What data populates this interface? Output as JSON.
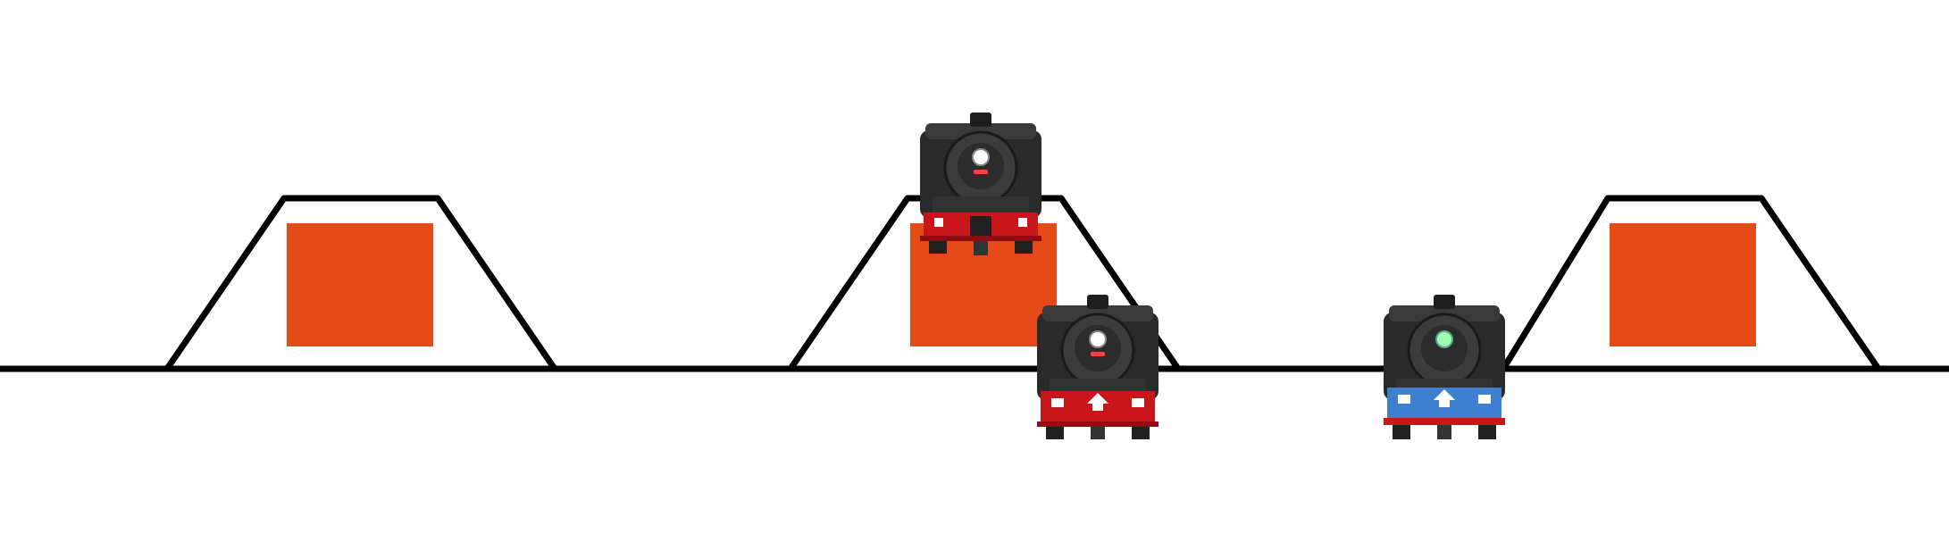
{
  "scene": {
    "background": "#ffffff",
    "track_color": "#000000",
    "station_block_color": "#e64a19",
    "stations": [
      {
        "id": "station-1"
      },
      {
        "id": "station-2"
      },
      {
        "id": "station-3"
      }
    ],
    "locomotives": [
      {
        "id": "loco-1",
        "livery": "red",
        "front_light": "red",
        "buffer_color": "#d01010",
        "light_color": "#ff4040"
      },
      {
        "id": "loco-2",
        "livery": "red",
        "front_light": "red",
        "buffer_color": "#d01010",
        "light_color": "#ff4040"
      },
      {
        "id": "loco-3",
        "livery": "blue",
        "front_light": "green",
        "buffer_color": "#3f7fd0",
        "light_color": "#a0ffb0"
      }
    ]
  }
}
